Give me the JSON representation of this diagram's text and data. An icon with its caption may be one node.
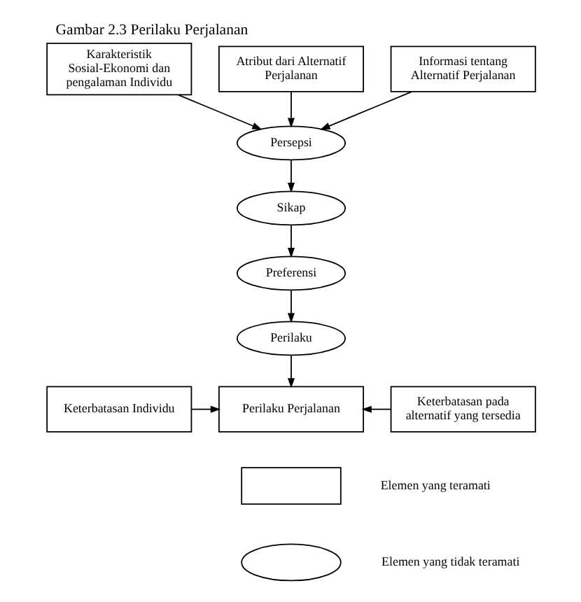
{
  "diagram": {
    "title": "Gambar 2.3 Perilaku Perjalanan",
    "nodes": [
      {
        "text": [
          "Karakteristik Sosial-Ekonomi dan pengalaman Individu"
        ]
      },
      {
        "text": [
          "Atribut dari Alternatif Perjalanan"
        ]
      },
      {
        "text": [
          "Informasi tentang Alternatif Perjalanan"
        ]
      },
      {
        "text": [
          "Persepsi"
        ]
      },
      {
        "text": [
          "Sikap"
        ]
      },
      {
        "text": [
          "Preferensi"
        ]
      },
      {
        "text": [
          "Perilaku"
        ]
      },
      {
        "text": [
          "Keterbatasan Individu"
        ]
      },
      {
        "text": [
          "Perilaku Perjalanan"
        ]
      },
      {
        "text": [
          "Keterbatasan pada alternatif yang tersedia"
        ]
      },
      {
        "text": [],
        "shape": "box"
      },
      {
        "text": [],
        "shape": "ellipse"
      }
    ],
    "edges": [
      {
        "from": 0,
        "to": 3,
        "arrow": "to"
      },
      {
        "from": 1,
        "to": 3,
        "arrow": "to"
      },
      {
        "from": 2,
        "to": 3,
        "arrow": "to"
      },
      {
        "from": 3,
        "to": 4,
        "arrow": "to"
      },
      {
        "from": 4,
        "to": 5,
        "arrow": "to"
      },
      {
        "from": 5,
        "to": 6,
        "arrow": "to"
      },
      {
        "from": 6,
        "to": 8,
        "arrow": "to"
      },
      {
        "from": 7,
        "to": 8,
        "arrow": "to"
      },
      {
        "from": 9,
        "to": 8,
        "arrow": "to"
      }
    ],
    "legend": [
      {
        "text": "Elemen yang teramati"
      },
      {
        "text": "Elemen yang tidak teramati"
      }
    ]
  }
}
